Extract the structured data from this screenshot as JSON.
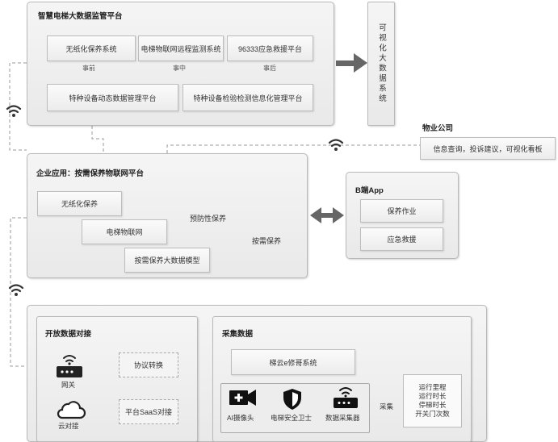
{
  "top_platform": {
    "title": "智慧电梯大数据监管平台",
    "box1": "无纸化保养系统",
    "box2": "电梯物联网远程监测系统",
    "box3": "96333应急救援平台",
    "stage1": "事前",
    "stage2": "事中",
    "stage3": "事后",
    "box4": "特种设备动态数据管理平台",
    "box5": "特种设备检验检测信息化管理平台"
  },
  "visualization": {
    "label": "可视化大数据系统"
  },
  "property": {
    "title": "物业公司",
    "box": "信息查询，投诉建议，可视化看板"
  },
  "enterprise": {
    "title": "企业应用：按需保养物联网平台",
    "box1": "无纸化保养",
    "box2": "电梯物联网",
    "box3": "按需保养大数据模型",
    "brace1": "预防性保养",
    "brace2": "按需保养"
  },
  "b_app": {
    "title": "B端App",
    "item1": "保养作业",
    "item2": "应急救援"
  },
  "open_data": {
    "title": "开放数据对接",
    "gateway_label": "网关",
    "gateway_box": "协议转换",
    "cloud_label": "云对接",
    "cloud_box": "平台SaaS对接"
  },
  "collect": {
    "title": "采集数据",
    "system_box": "梯云e修哥系统",
    "camera_label": "AI摄像头",
    "guard_label": "电梯安全卫士",
    "collector_label": "数据采集器",
    "collect_label": "采集",
    "metrics": [
      "运行里程",
      "运行时长",
      "停梯时长",
      "开关门次数"
    ]
  },
  "icons": {
    "wifi": "wifi-icon",
    "arrow": "arrow-right-icon",
    "double_arrow": "double-arrow-icon",
    "router": "router-icon",
    "cloud": "cloud-icon",
    "camera": "video-camera-icon",
    "shield": "shield-icon"
  }
}
